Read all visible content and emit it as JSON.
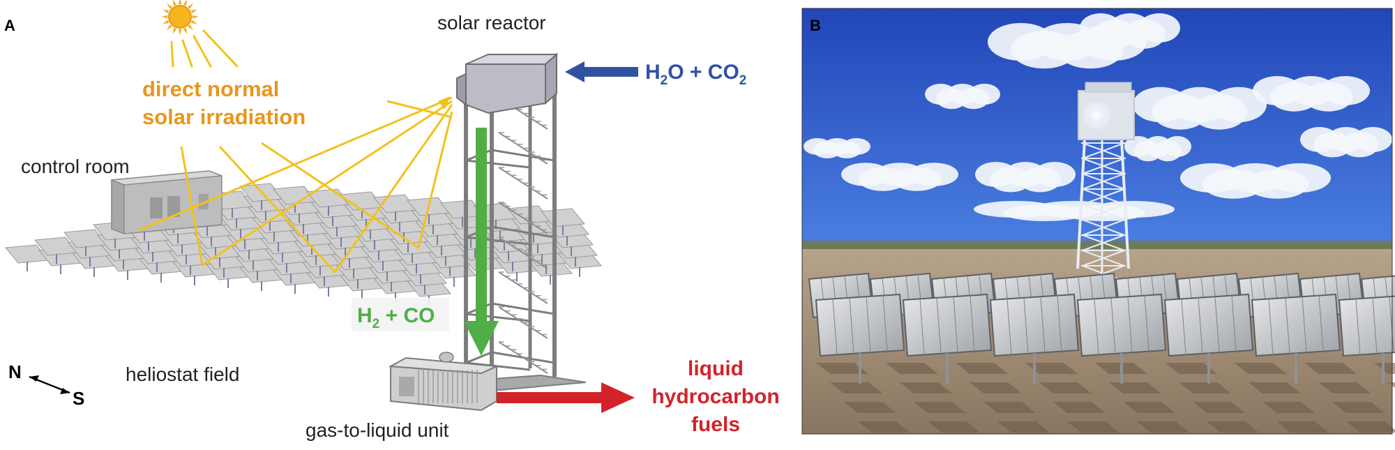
{
  "panel_a": {
    "letter": "A",
    "solar_reactor": "solar reactor",
    "irradiation_line1": "direct normal",
    "irradiation_line2": "solar irradiation",
    "control_room": "control room",
    "heliostat_field": "heliostat field",
    "gas_to_liquid": "gas-to-liquid unit",
    "input_feed": {
      "h": "H",
      "sub1": "2",
      "mid": "O + CO",
      "sub2": "2"
    },
    "syngas": {
      "h": "H",
      "sub1": "2",
      "mid": " + CO"
    },
    "fuels_line1": "liquid",
    "fuels_line2": "hydrocarbon",
    "fuels_line3": "fuels",
    "compass_n": "N",
    "compass_s": "S"
  },
  "panel_b": {
    "letter": "B"
  },
  "colors": {
    "sun": "#F2A81D",
    "rays": "#F2C21A",
    "irradiation_text": "#E8961E",
    "input_arrow": "#2F52A3",
    "syngas_arrow": "#4FAE48",
    "fuel_arrow": "#D2232A",
    "tower_steel": "#8A8A8A",
    "heliostat": "#C9C9C9",
    "sky": "#2F5FC8"
  },
  "icons": [
    "sun-icon",
    "compass-arrow-icon"
  ]
}
